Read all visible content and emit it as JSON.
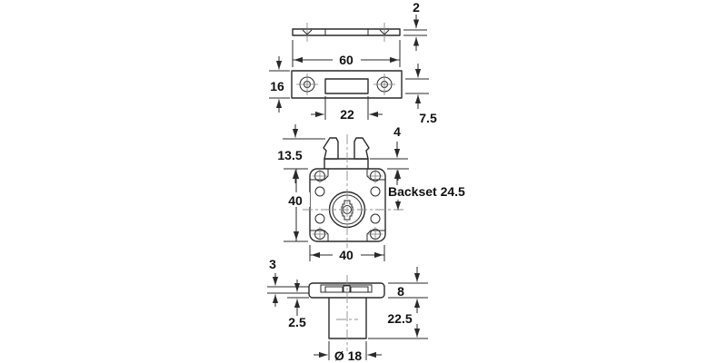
{
  "drawing": {
    "type": "technical-dimension-drawing",
    "subject": "furniture drawer lock with strike plate",
    "colors": {
      "background": "#ffffff",
      "part_line": "#2a2a2a",
      "dimension_line": "#2a2a2a",
      "centerline": "#8f8f8f",
      "text": "#111111"
    },
    "dimensions": {
      "plate_thickness": "2",
      "plate_width": "60",
      "plate_height": "16",
      "slot_width": "22",
      "slot_height": "7.5",
      "latch_height": "13.5",
      "latch_step": "4",
      "case_height": "40",
      "case_width": "40",
      "backset": "Backset 24.5",
      "flange_lip": "3",
      "flange_recess": "2.5",
      "flange_thickness": "8",
      "barrel_length": "22.5",
      "barrel_diameter": "Ø 18"
    }
  }
}
